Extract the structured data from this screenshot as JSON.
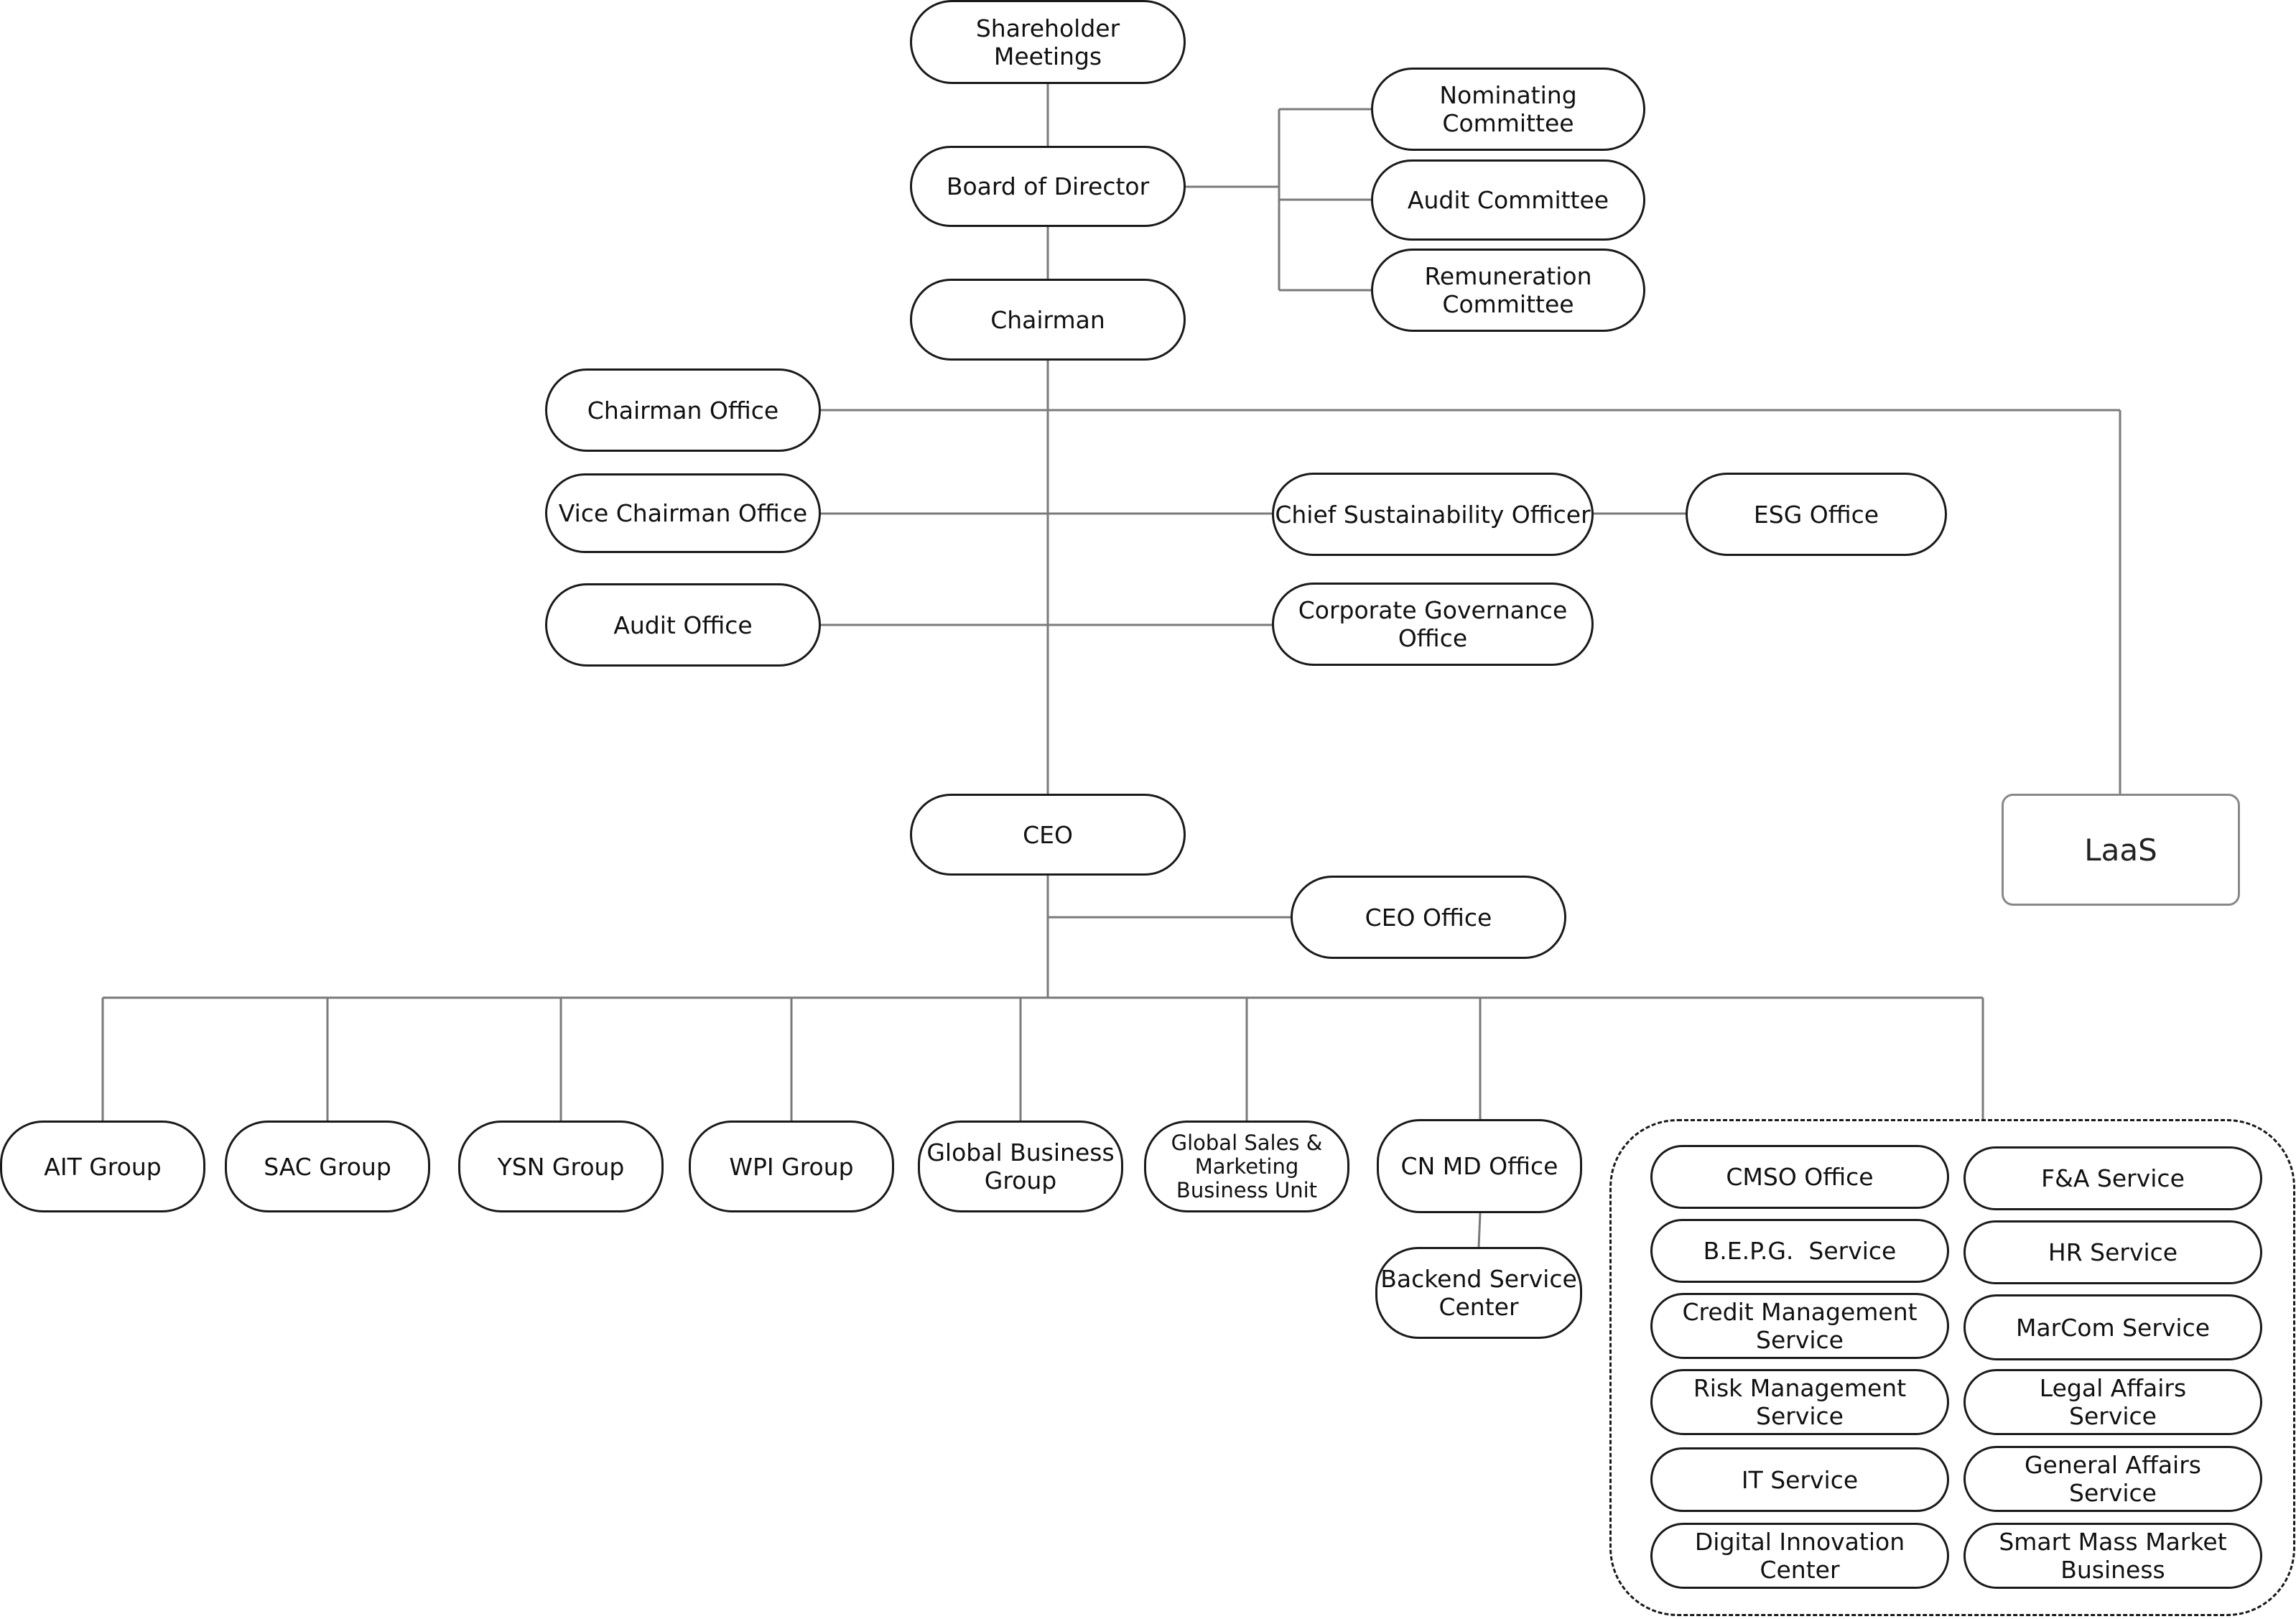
{
  "nodes": {
    "shareholder": {
      "l1": "Shareholder",
      "l2": "Meetings"
    },
    "board": "Board of Director",
    "nominating": "Nominating Committee",
    "audit_committee": "Audit Committee",
    "remuneration": {
      "l1": "Remuneration",
      "l2": "Committee"
    },
    "chairman": "Chairman",
    "chairman_office": "Chairman Office",
    "vice_chairman_office": "Vice Chairman Office",
    "audit_office": "Audit Office",
    "cso": "Chief Sustainability Officer",
    "esg_office": "ESG Office",
    "corp_gov": {
      "l1": "Corporate Governance",
      "l2": "Office"
    },
    "laas": "LaaS",
    "ceo": "CEO",
    "ceo_office": "CEO Office",
    "ait": "AIT Group",
    "sac": "SAC Group",
    "ysn": "YSN Group",
    "wpi": "WPI Group",
    "gbg": {
      "l1": "Global Business",
      "l2": "Group"
    },
    "gsm": {
      "l1": "Global Sales &",
      "l2": "Marketing",
      "l3": "Business Unit"
    },
    "cnmd": "CN MD Office",
    "backend": {
      "l1": "Backend Service",
      "l2": "Center"
    },
    "cmso": "CMSO Office",
    "fa": "F&A Service",
    "bepg": "B.E.P.G.  Service",
    "hr": "HR Service",
    "credit": {
      "l1": "Credit Management",
      "l2": "Service"
    },
    "marcom": "MarCom Service",
    "risk": {
      "l1": "Risk Management",
      "l2": "Service"
    },
    "legal": {
      "l1": "Legal Affairs",
      "l2": "Service"
    },
    "it": "IT Service",
    "general": {
      "l1": "General Affairs",
      "l2": "Service"
    },
    "digital": {
      "l1": "Digital Innovation",
      "l2": "Center"
    },
    "smart": {
      "l1": "Smart Mass Market",
      "l2": "Business"
    }
  },
  "colors": {
    "box_border": "#1a1a1a",
    "connector": "#7a7a7a",
    "laas_border": "#888888",
    "text": "#111111"
  }
}
